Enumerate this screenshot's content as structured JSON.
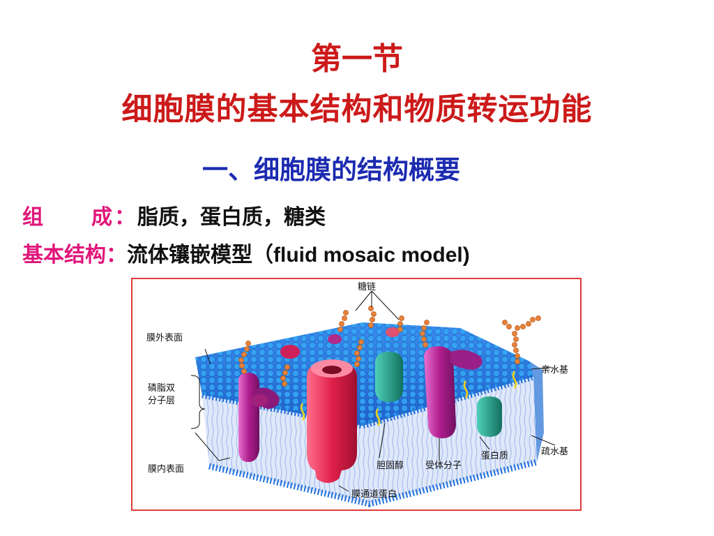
{
  "slide": {
    "title_line1": "第一节",
    "title_line2": "细胞膜的基本结构和物质转运功能",
    "subtitle": "一、细胞膜的结构概要",
    "composition_label": "组　　成：",
    "composition_value": "脂质，蛋白质，糖类",
    "structure_label": "基本结构：",
    "structure_value": "流体镶嵌模型（",
    "structure_value_en": "fluid mosaic model)"
  },
  "figure": {
    "labels": {
      "sugar_chain": "糖链",
      "outer_surface": "膜外表面",
      "bilayer_line1": "磷脂双",
      "bilayer_line2": "分子层",
      "inner_surface": "膜内表面",
      "hydrophilic": "亲水基",
      "hydrophobic": "疏水基",
      "protein": "蛋白质",
      "receptor": "受体分子",
      "cholesterol": "胆固醇",
      "channel_protein": "膜通道蛋白"
    },
    "colors": {
      "membrane_top": "#2f7de0",
      "head_blue": "#2aa0f0",
      "tails": "#c9d6f2",
      "channel": "#e02a55",
      "receptor": "#c0208a",
      "protein_green": "#1b9e8a",
      "sugar": "#e8823a"
    }
  }
}
